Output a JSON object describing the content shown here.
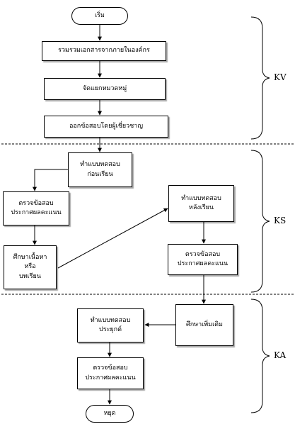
{
  "nodes": {
    "start": [
      "เริ่ม"
    ],
    "collect": [
      "รวมรวมเอกสารจากภายในองค์กร"
    ],
    "categorize": [
      "จัดแยกหมวดหมู่"
    ],
    "expert_test": [
      "ออกข้อสอบโดยผู้เชี่ยวชาญ"
    ],
    "pretest": [
      "ทำแบบทดสอบ",
      "ก่อนเรียน"
    ],
    "check_announce_1": [
      "ตรวจข้อสอบ",
      "ประกาศผลคะแนน"
    ],
    "study_content": [
      "ศึกษาเนื้อหา",
      "หรือ",
      "บทเรียน"
    ],
    "posttest": [
      "ทำแบบทดสอบ",
      "หลังเรียน"
    ],
    "check_announce_2": [
      "ตรวจข้อสอบ",
      "ประกาศผลคะแนน"
    ],
    "study_more": [
      "ศึกษาเพิ่มเติม"
    ],
    "applied_test": [
      "ทำแบบทดสอบ",
      "ประยุกต์"
    ],
    "check_announce_3": [
      "ตรวจข้อสอบ",
      "ประกาศผลคะแนน"
    ],
    "stop": [
      "หยุด"
    ]
  },
  "phases": {
    "kv": "KV",
    "ks": "KS",
    "ka": "KA"
  }
}
